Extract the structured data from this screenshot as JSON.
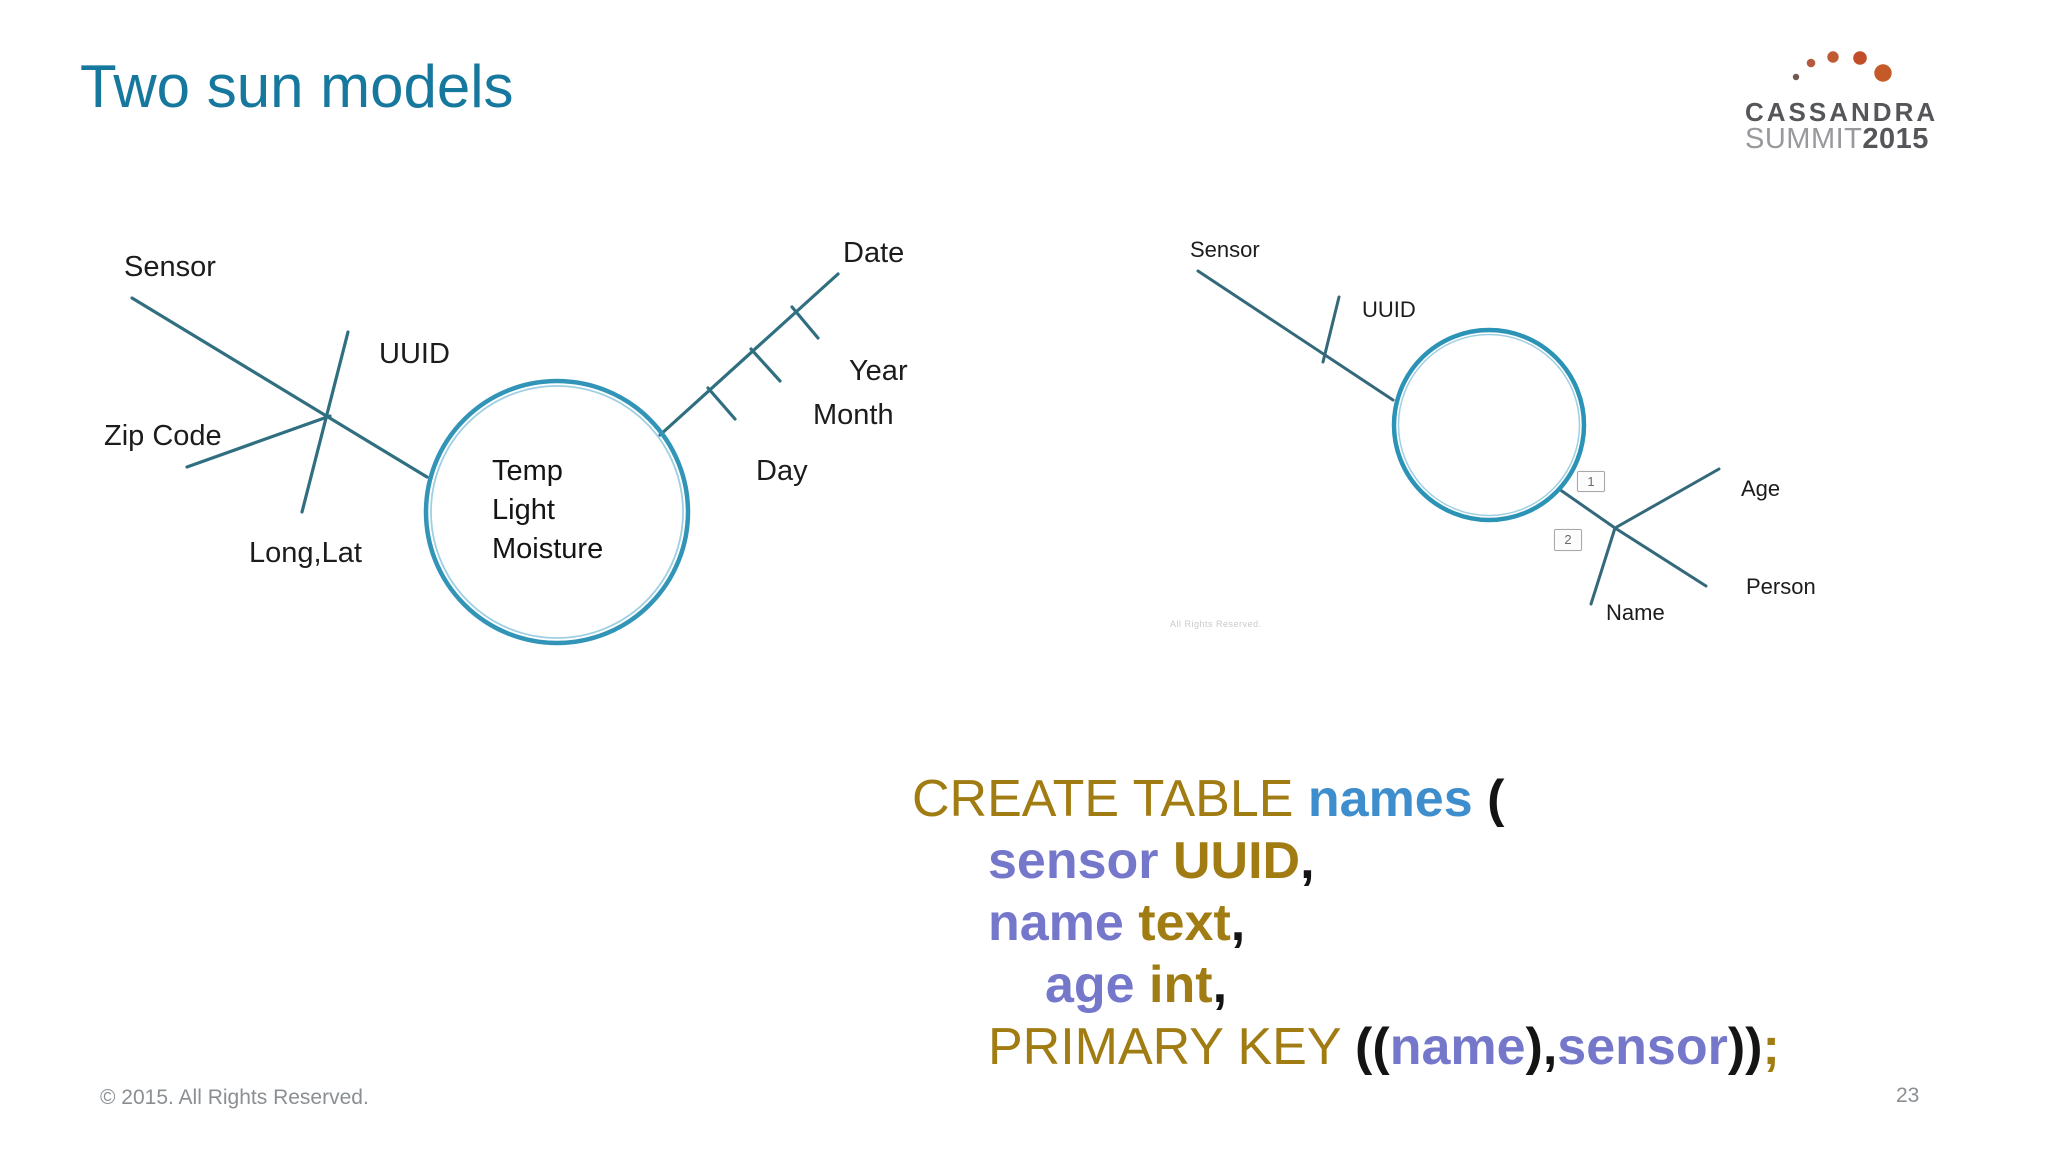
{
  "slide": {
    "title": "Two sun models",
    "footer_copyright": "© 2015. All Rights Reserved.",
    "page_number": "23"
  },
  "logo": {
    "brand": "CASSANDRA",
    "event": "SUMMIT",
    "year": "2015"
  },
  "left_model": {
    "labels": {
      "sensor": "Sensor",
      "uuid": "UUID",
      "zip_code": "Zip Code",
      "long_lat": "Long,Lat",
      "date": "Date",
      "year": "Year",
      "month": "Month",
      "day": "Day"
    },
    "entity_attributes": [
      "Temp",
      "Light",
      "Moisture"
    ]
  },
  "right_model": {
    "labels": {
      "sensor": "Sensor",
      "uuid": "UUID",
      "age": "Age",
      "person": "Person",
      "name": "Name"
    },
    "markers": {
      "one": "1",
      "two": "2"
    },
    "watermark": "All Rights Reserved."
  },
  "code": {
    "line1": {
      "keyword": "CREATE TABLE ",
      "table": "names",
      "paren": " ("
    },
    "line2": {
      "column": "sensor",
      "type": " UUID",
      "comma": ","
    },
    "line3": {
      "column": "name",
      "type": " text",
      "comma": ","
    },
    "line4": {
      "column": "age",
      "type": " int",
      "comma": ","
    },
    "line5": {
      "keyword": "PRIMARY KEY ",
      "open": "((",
      "partition_key": "name",
      "mid": "),",
      "clustering_key": "sensor",
      "close": "))",
      "semicolon": ";"
    }
  },
  "colors": {
    "title_teal": "#17789E",
    "diagram_line": "#306F80",
    "circle_stroke": "#3295B8",
    "code_keyword_gold": "#A07C12",
    "code_table_blue": "#3E8ECD",
    "code_column_purple": "#7577CB",
    "logo_dark_gray": "#55565A",
    "logo_light_gray": "#97999C",
    "logo_orange": "#C2562B"
  }
}
